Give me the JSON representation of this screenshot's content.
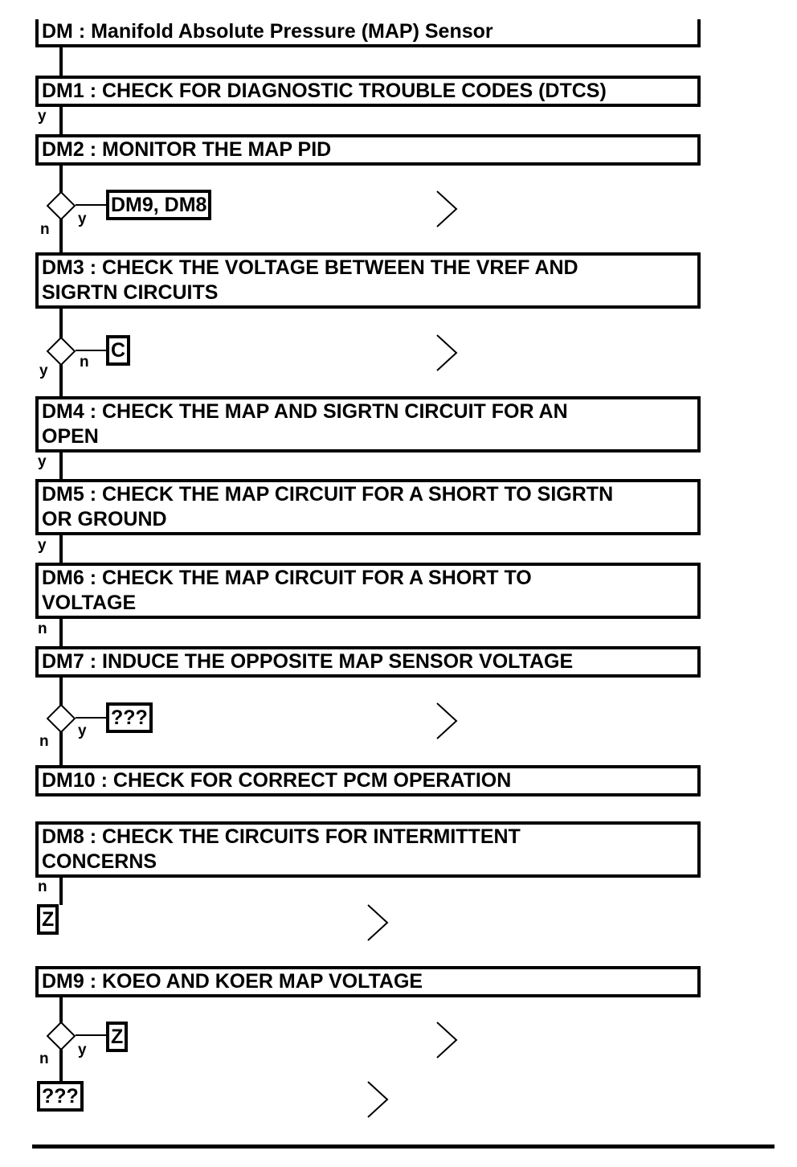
{
  "steps": [
    {
      "id": "DM",
      "text": "DM : Manifold Absolute Pressure (MAP) Sensor"
    },
    {
      "id": "DM1",
      "text": "DM1 : CHECK FOR DIAGNOSTIC TROUBLE CODES (DTCS)"
    },
    {
      "id": "DM2",
      "text": "DM2 : MONITOR THE MAP PID"
    },
    {
      "id": "DM3",
      "text": "DM3 : CHECK THE VOLTAGE BETWEEN THE VREF AND\nSIGRTN CIRCUITS"
    },
    {
      "id": "DM4",
      "text": "DM4 : CHECK THE MAP AND SIGRTN CIRCUIT FOR AN\nOPEN"
    },
    {
      "id": "DM5",
      "text": "DM5 : CHECK THE MAP CIRCUIT FOR A SHORT TO SIGRTN\nOR GROUND"
    },
    {
      "id": "DM6",
      "text": "DM6 : CHECK THE MAP CIRCUIT FOR A SHORT TO\nVOLTAGE"
    },
    {
      "id": "DM7",
      "text": "DM7 : INDUCE THE OPPOSITE MAP SENSOR VOLTAGE"
    },
    {
      "id": "DM10",
      "text": "DM10 : CHECK FOR CORRECT PCM OPERATION"
    },
    {
      "id": "DM8",
      "text": "DM8 : CHECK THE CIRCUITS FOR INTERMITTENT\nCONCERNS"
    },
    {
      "id": "DM9",
      "text": "DM9 : KOEO AND KOER MAP VOLTAGE"
    }
  ],
  "refs": {
    "dm2_yes": "DM9, DM8",
    "dm3_no": "C",
    "dm7_yes": "???",
    "dm8_no": "Z",
    "dm9_yes": "Z",
    "dm9_no": "???"
  },
  "labels": {
    "yes": "y",
    "no": "n"
  }
}
